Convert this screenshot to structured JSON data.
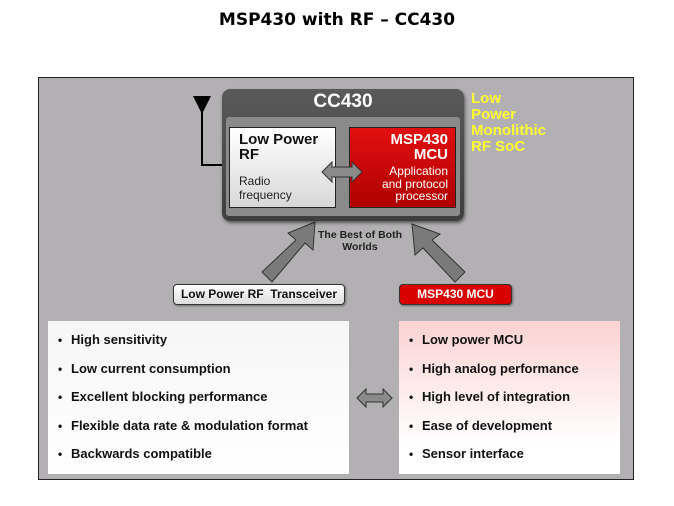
{
  "title": "MSP430 with RF – CC430",
  "chip": {
    "name": "CC430",
    "rf_block": {
      "title_line1": "Low Power",
      "title_line2": "RF",
      "sub_line1": "Radio",
      "sub_line2": "frequency"
    },
    "mcu_block": {
      "title_line1": "MSP430",
      "title_line2": "MCU",
      "sub_line1": "Application",
      "sub_line2": "and protocol",
      "sub_line3": "processor"
    }
  },
  "callout": {
    "line1": "Low",
    "line2": "Power",
    "line3": "Monolithic",
    "line4": "RF SoC"
  },
  "merge_caption": {
    "line1": "The Best of Both",
    "line2": "Worlds"
  },
  "sources": {
    "rf_label": "Low Power RF  Transceiver",
    "mcu_label": "MSP430 MCU"
  },
  "rf_features": [
    "High sensitivity",
    "Low current consumption",
    "Excellent blocking performance",
    "Flexible data rate & modulation format",
    "Backwards compatible"
  ],
  "mcu_features": [
    "Low power MCU",
    "High analog performance",
    "High level of integration",
    "Ease of development",
    "Sensor interface"
  ],
  "bullet": "•",
  "colors": {
    "frame_bg": "#b2b0b2",
    "mcu_red": "#d90000",
    "callout_yellow": "#ffff33",
    "arrow_gray": "#7a7a7a"
  }
}
